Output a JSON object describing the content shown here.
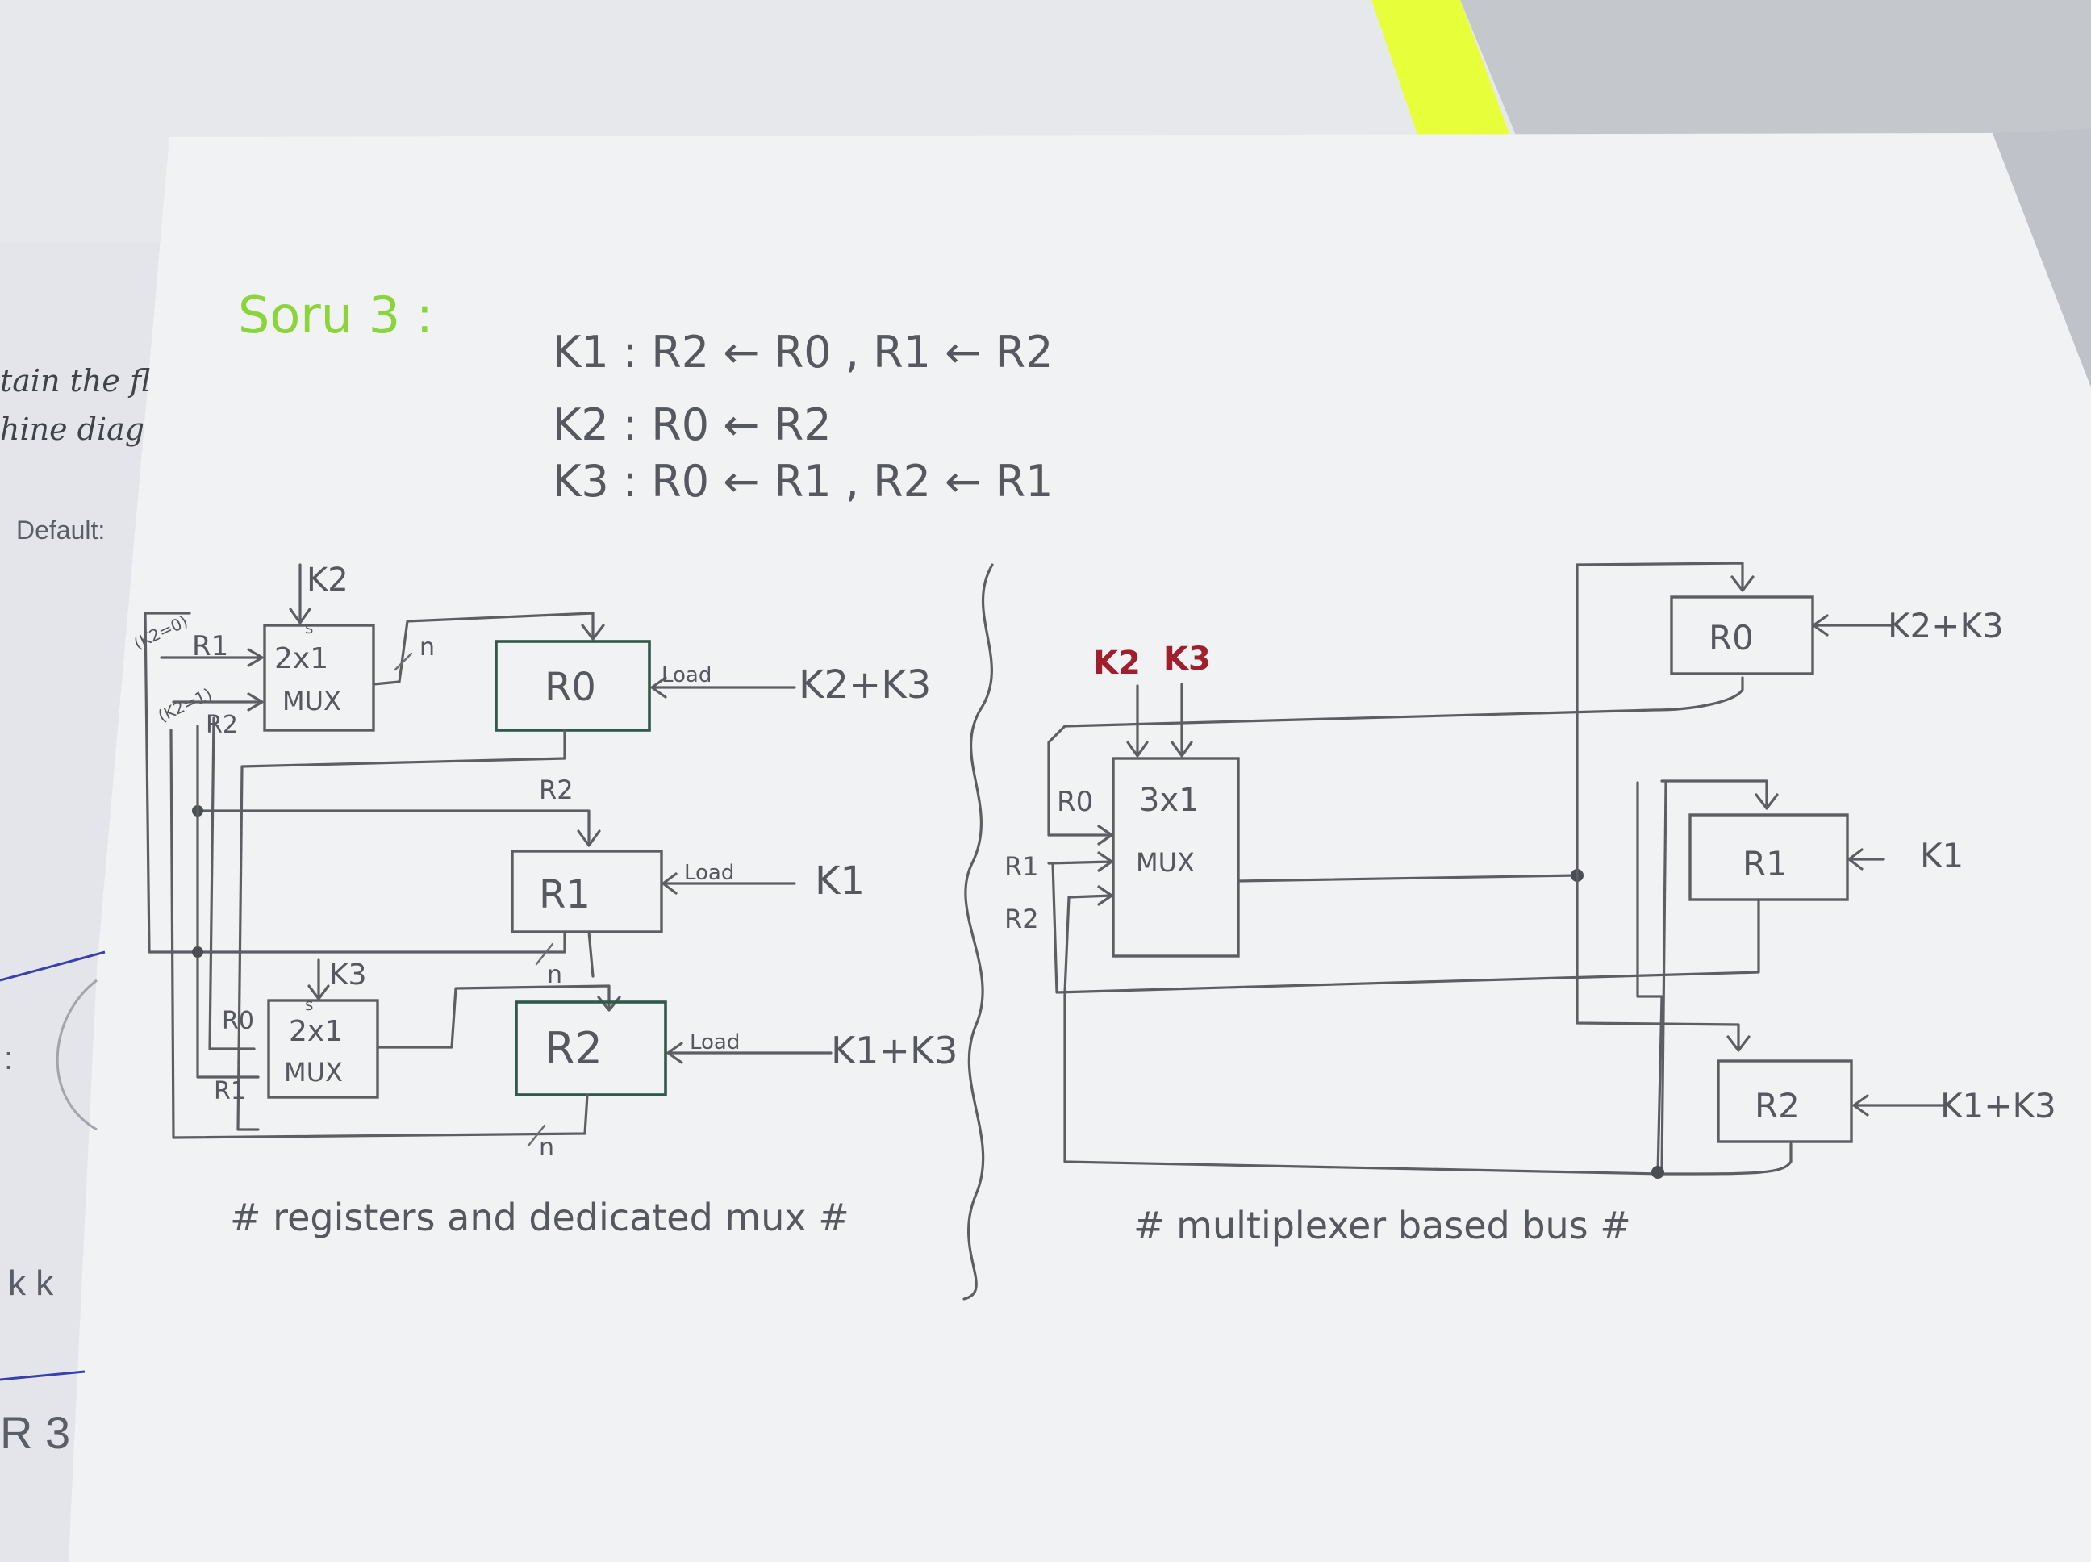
{
  "heading": "Soru 3 :",
  "operations": {
    "k1": "K1 :  R2 ← R0 ,  R1 ← R2",
    "k2": "K2 :  R0 ← R2",
    "k3": "K3 :  R0 ← R1 ,  R2 ← R1"
  },
  "background_sheet": {
    "line1": "tain the fl",
    "line2": "hine diag",
    "default_label": "Default:",
    "fragment_colon": ":",
    "fragment_kk": "k k",
    "fragment_r3": "R 3"
  },
  "left_diagram": {
    "caption": "# registers and dedicated mux #",
    "mux0": {
      "label_top": "2x1",
      "label_bottom": "MUX",
      "select": "K2",
      "select_tick": "s",
      "in0": "R1",
      "in1": "R2",
      "in0_sel": "(K2=0)",
      "in1_sel": "(K2=1)",
      "bus_width": "n"
    },
    "mux2": {
      "label_top": "2x1",
      "label_bottom": "MUX",
      "select": "K3",
      "select_tick": "s",
      "in0": "R0",
      "in1": "R1"
    },
    "r0": {
      "label": "R0",
      "load": "Load",
      "control": "K2+K3"
    },
    "r1": {
      "label": "R1",
      "load": "Load",
      "control": "K1",
      "input": "R2",
      "bus_width": "n"
    },
    "r2": {
      "label": "R2",
      "load": "Load",
      "control": "K1+K3",
      "bus_width": "n"
    }
  },
  "right_diagram": {
    "caption": "# multiplexer based bus #",
    "mux": {
      "label_top": "3x1",
      "label_bottom": "MUX",
      "sel_a": "K2",
      "sel_b": "K3",
      "in0": "R0",
      "in1": "R1",
      "in2": "R2"
    },
    "r0": {
      "label": "R0",
      "control": "K2+K3"
    },
    "r1": {
      "label": "R1",
      "control": "K1"
    },
    "r2": {
      "label": "R2",
      "control": "K1+K3"
    }
  },
  "colors": {
    "paper": "#f2f3f5",
    "ink": "#5b5e63",
    "heading_green": "#8bd43a",
    "select_red": "#a11f2c",
    "register_green": "#2f5a47",
    "highlighter": "#e6ff3a"
  }
}
